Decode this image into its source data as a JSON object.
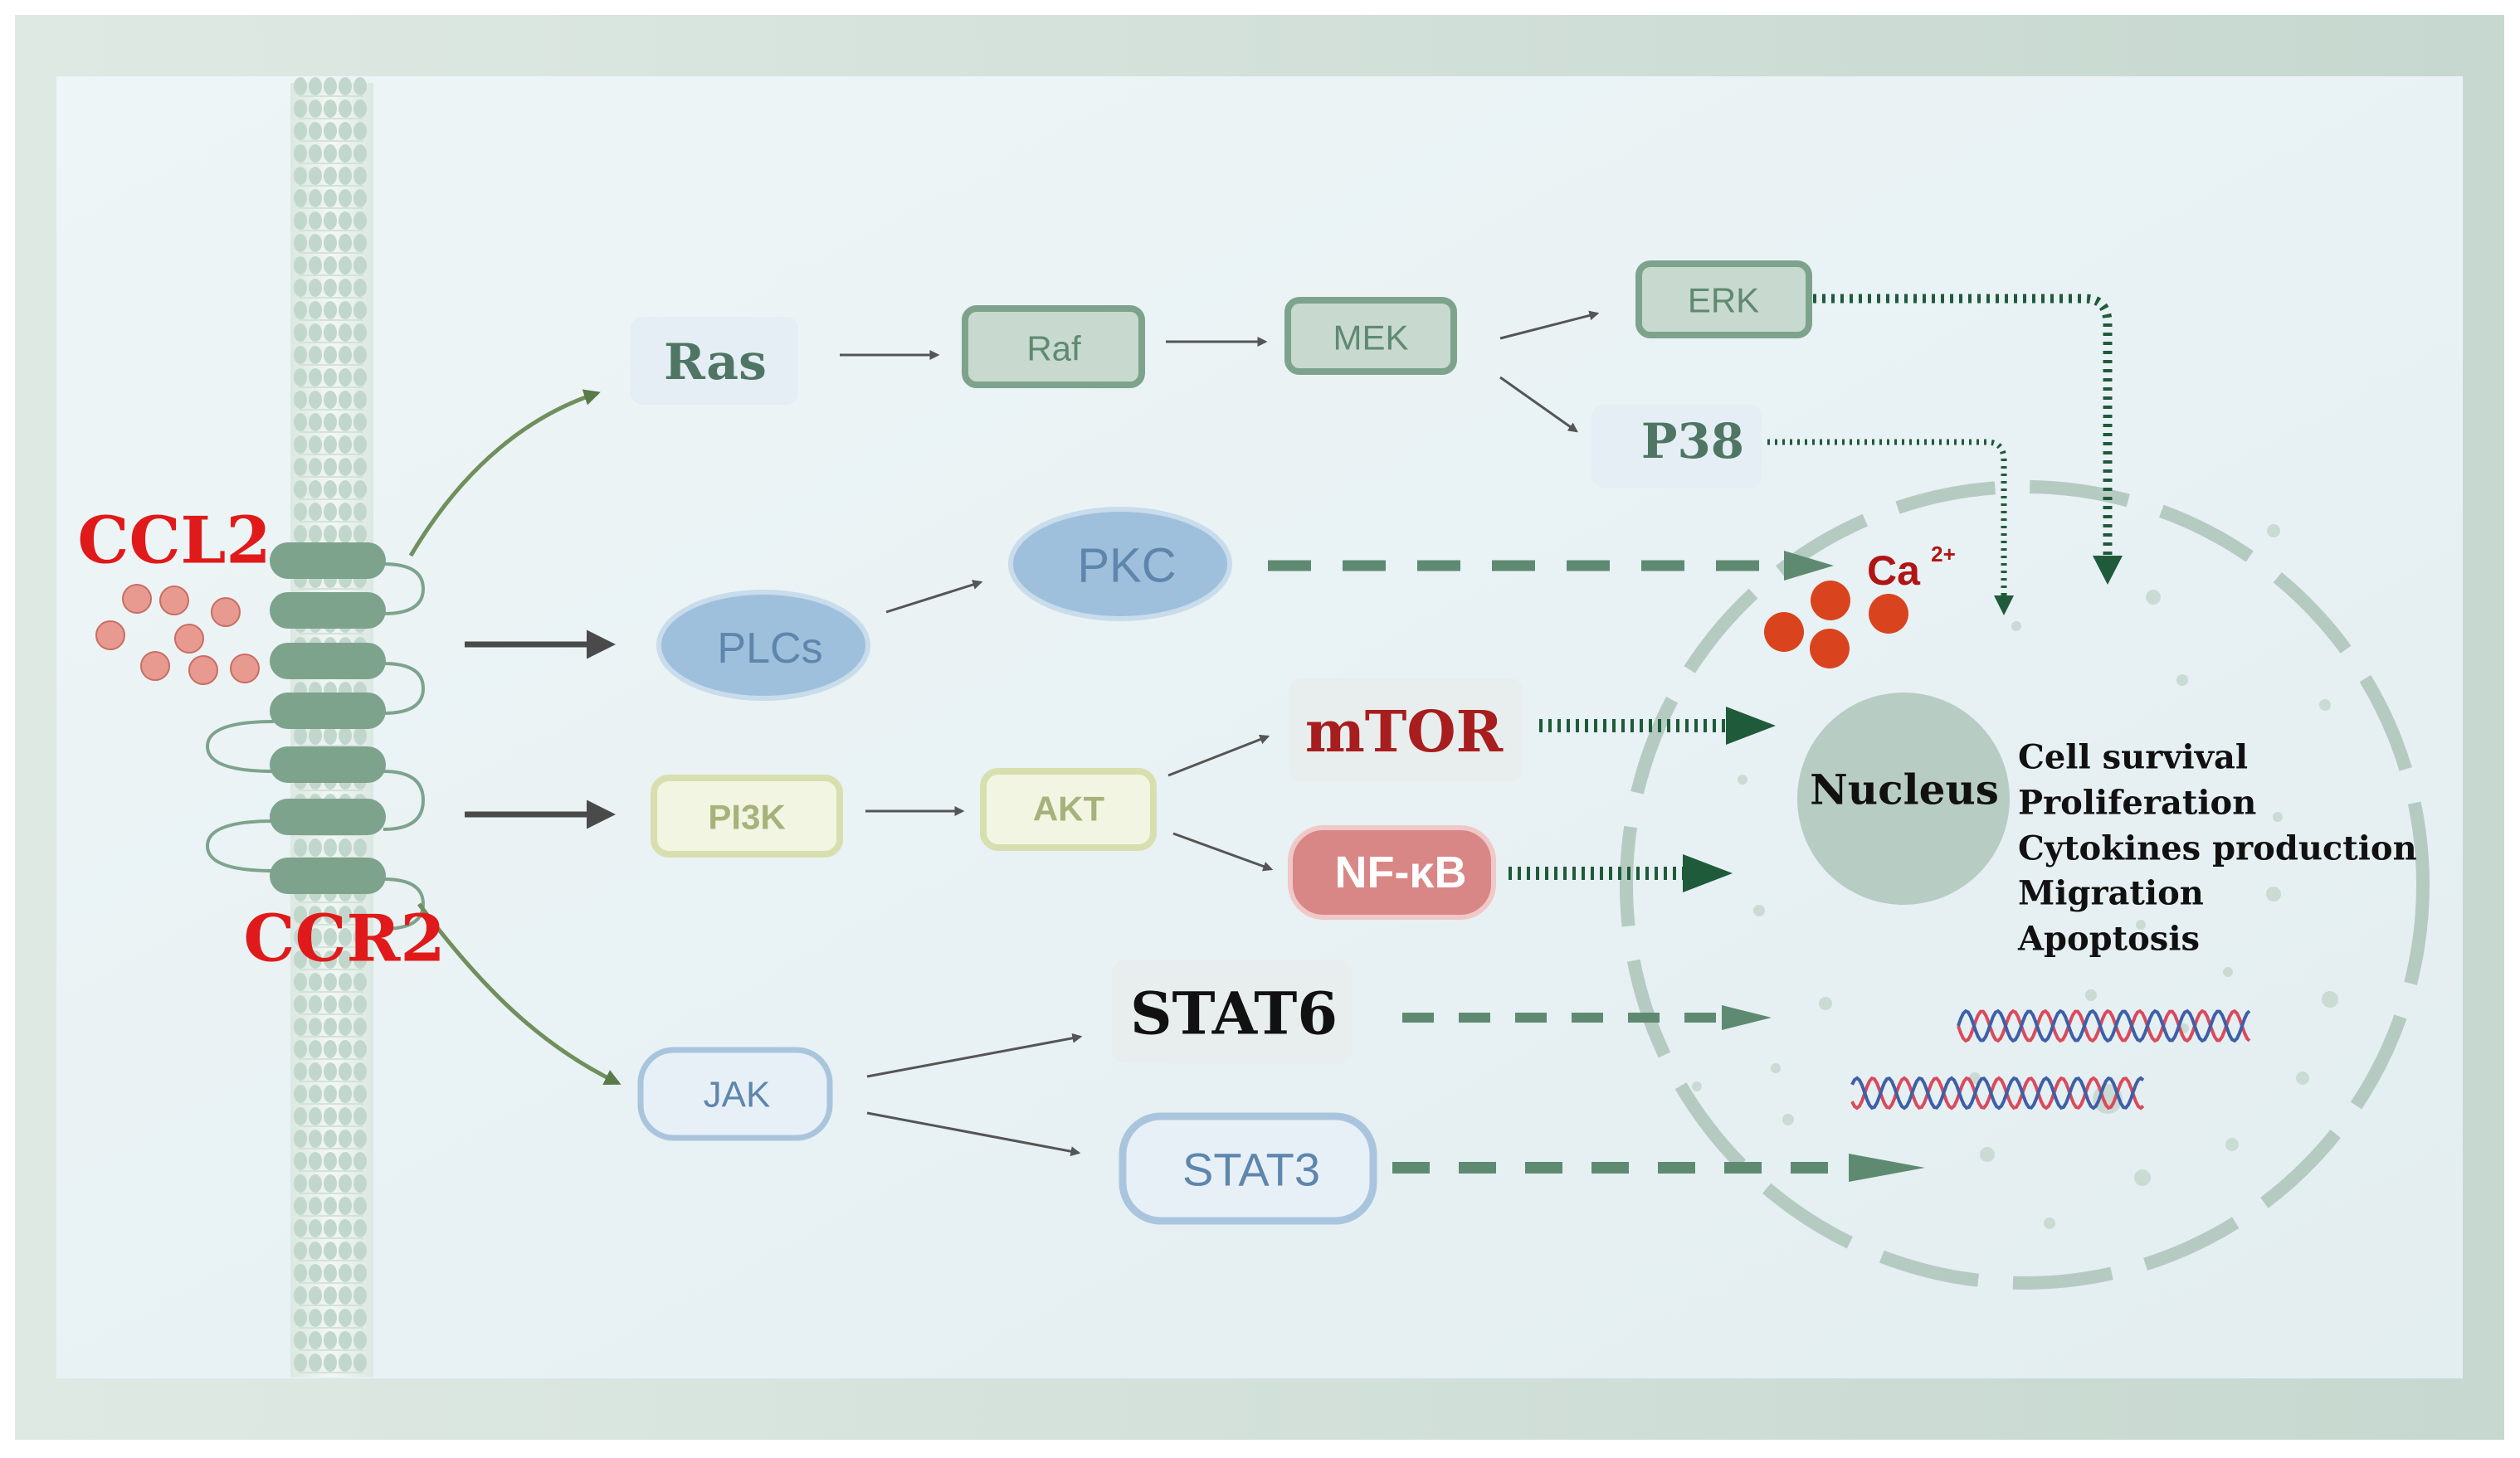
{
  "labels": {
    "ligand": "CCL2",
    "receptor": "CCR2",
    "nucleus": "Nucleus",
    "calcium_base": "Ca",
    "calcium_charge": "2+"
  },
  "nodes": {
    "ras": "Ras",
    "raf": "Raf",
    "mek": "MEK",
    "erk": "ERK",
    "p38": "P38",
    "pkc": "PKC",
    "plcs": "PLCs",
    "pi3k": "PI3K",
    "akt": "AKT",
    "mtor": "mTOR",
    "nfkb": "NF-κB",
    "jak": "JAK",
    "stat6": "STAT6",
    "stat3": "STAT3"
  },
  "outcomes": [
    "Cell survival",
    "Proliferation",
    "Cytokines production",
    "Migration",
    "Apoptosis"
  ],
  "colors": {
    "ligand_red": "#e01a1a",
    "calcium_label": "#b01515",
    "calcium_ions": "#d9441e",
    "ligand_particles": "#e89a90",
    "receptor_green": "#7ea38d",
    "nucleus_fill": "#b7cdc4",
    "dashed_arrow": "#5f8a72",
    "dotted_arrow": "#1f5a3a",
    "green_box": "#7ea38d",
    "blue_node": "#8fb3d3",
    "yellow_box": "#d8dfae",
    "nfkb_fill": "#d98686",
    "dna_red": "#d94a5c",
    "dna_blue": "#3e5fa8"
  }
}
